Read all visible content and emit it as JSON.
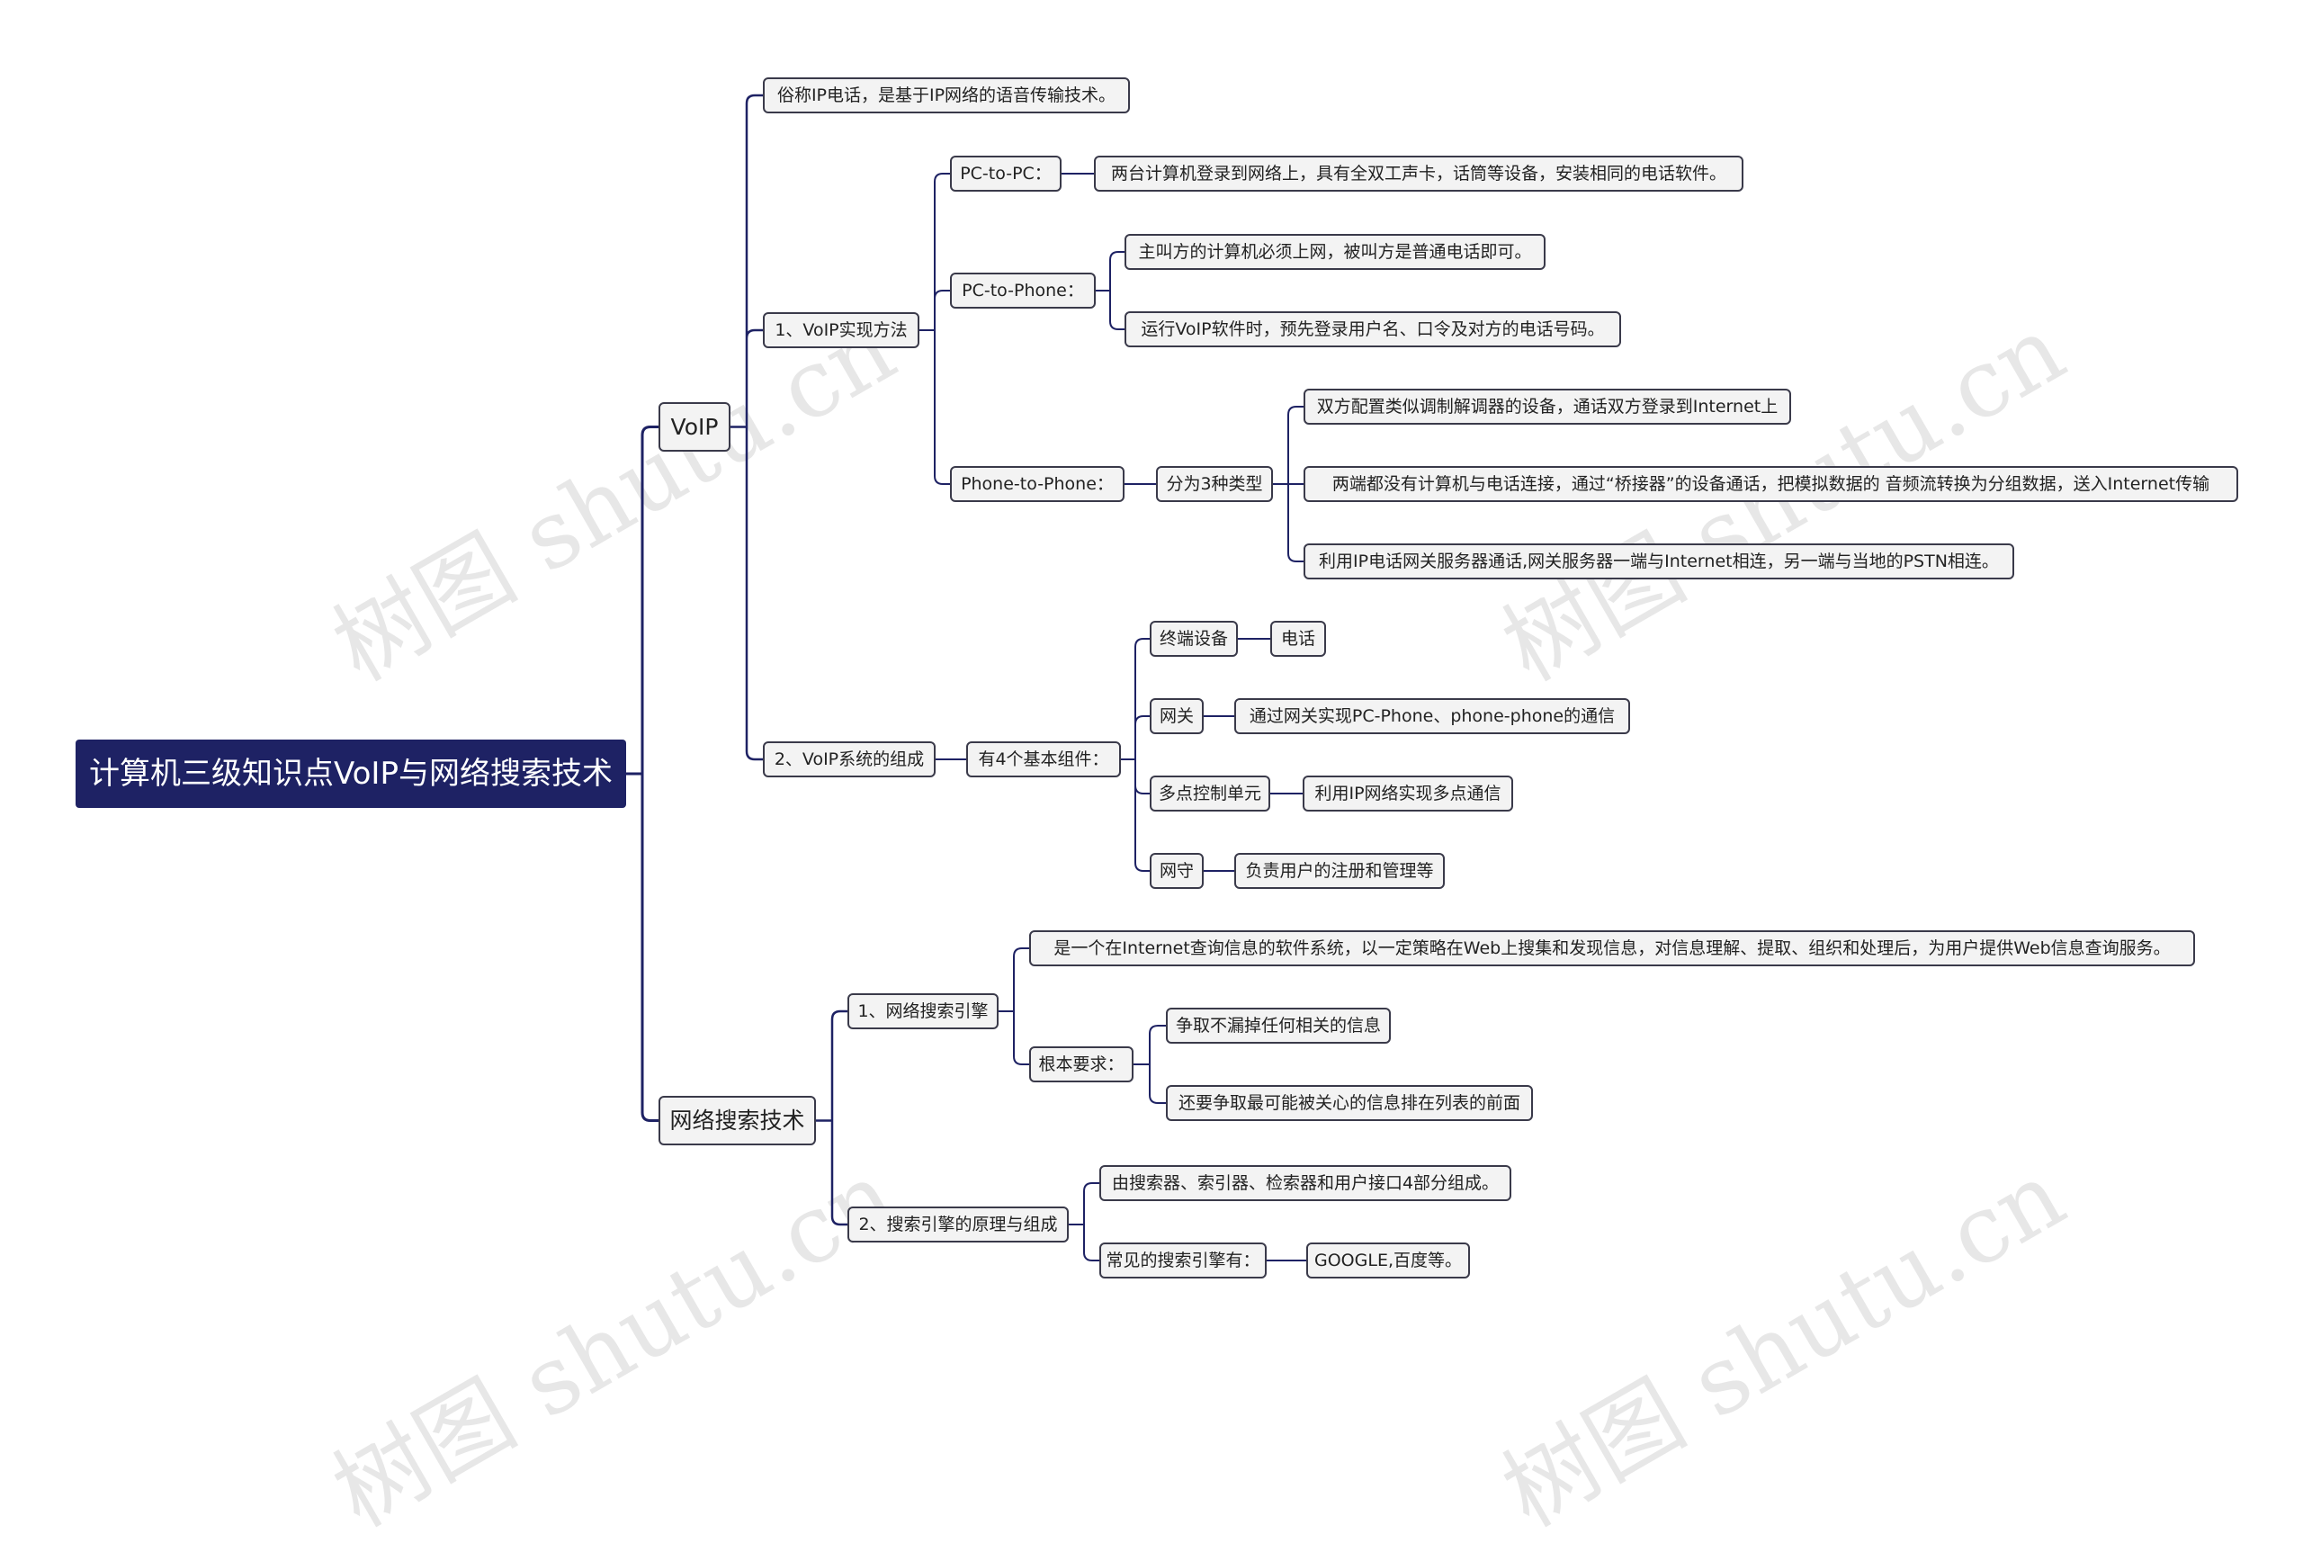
{
  "root": "计算机三级知识点VoIP与网络搜索技术",
  "voip": {
    "label": "VoIP",
    "intro": "俗称IP电话，是基于IP网络的语音传输技术。",
    "methods": {
      "label": "1、VoIP实现方法",
      "pc_pc": {
        "label": "PC-to-PC：",
        "desc": "两台计算机登录到网络上，具有全双工声卡，话筒等设备，安装相同的电话软件。"
      },
      "pc_phone": {
        "label": "PC-to-Phone：",
        "desc1": "主叫方的计算机必须上网，被叫方是普通电话即可。",
        "desc2": "运行VoIP软件时，预先登录用户名、口令及对方的电话号码。"
      },
      "phone_phone": {
        "label": "Phone-to-Phone：",
        "types_label": "分为3种类型",
        "type1": "双方配置类似调制解调器的设备，通话双方登录到Internet上",
        "type2": "两端都没有计算机与电话连接，通过“桥接器”的设备通话，把模拟数据的 音频流转换为分组数据，送入Internet传输",
        "type3": "利用IP电话网关服务器通话,网关服务器一端与Internet相连，另一端与当地的PSTN相连。"
      }
    },
    "components": {
      "label": "2、VoIP系统的组成",
      "basic": "有4个基本组件：",
      "terminal": "终端设备",
      "terminal_desc": "电话",
      "gateway": "网关",
      "gateway_desc": "通过网关实现PC-Phone、phone-phone的通信",
      "mcu": "多点控制单元",
      "mcu_desc": "利用IP网络实现多点通信",
      "gatekeeper": "网守",
      "gatekeeper_desc": "负责用户的注册和管理等"
    }
  },
  "search": {
    "label": "网络搜索技术",
    "engine": {
      "label": "1、网络搜索引擎",
      "desc": "是一个在Internet查询信息的软件系统，以一定策略在Web上搜集和发现信息，对信息理解、提取、组织和处理后，为用户提供Web信息查询服务。",
      "req_label": "根本要求：",
      "req1": "争取不漏掉任何相关的信息",
      "req2": "还要争取最可能被关心的信息排在列表的前面"
    },
    "principle": {
      "label": "2、搜索引擎的原理与组成",
      "desc": "由搜索器、索引器、检索器和用户接口4部分组成。",
      "common_label": "常见的搜索引擎有：",
      "common": "GOOGLE,百度等。"
    }
  },
  "watermark": "树图 shutu.cn",
  "colors": {
    "root_bg": "#1e2264",
    "line": "#1e2264",
    "node_border": "#3a3a4a",
    "node_bg": "#f3f3f3"
  }
}
